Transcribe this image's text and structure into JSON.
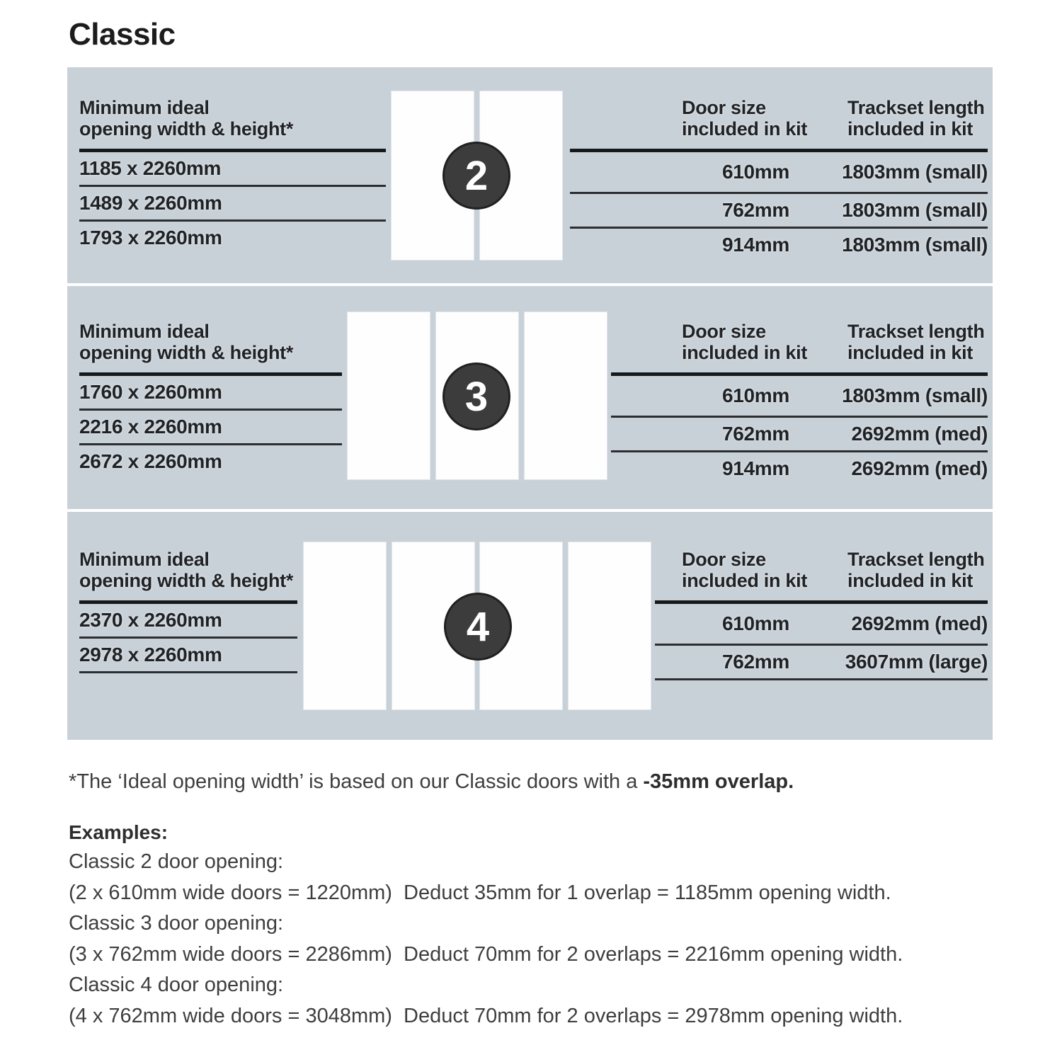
{
  "title": "Classic",
  "colors": {
    "panel_bg": "#c9d1d8",
    "rule_dark": "#16191c",
    "badge_bg": "#3c3c3c",
    "badge_text": "#ffffff",
    "door_fill": "#fefefe",
    "text_dark": "#202326",
    "text_body": "#3e3e3e"
  },
  "table": {
    "left_header_line1": "Minimum ideal",
    "left_header_line2": "opening width & height*",
    "door_size_header_line1": "Door size",
    "door_size_header_line2": "included in kit",
    "trackset_header_line1": "Trackset length",
    "trackset_header_line2": "included in kit",
    "sections": [
      {
        "badge": "2",
        "rows": [
          {
            "opening": "1185 x 2260mm",
            "door_size": "610mm",
            "trackset": "1803mm (small)"
          },
          {
            "opening": "1489 x 2260mm",
            "door_size": "762mm",
            "trackset": "1803mm (small)"
          },
          {
            "opening": "1793 x 2260mm",
            "door_size": "914mm",
            "trackset": "1803mm (small)"
          }
        ]
      },
      {
        "badge": "3",
        "rows": [
          {
            "opening": "1760 x 2260mm",
            "door_size": "610mm",
            "trackset": "1803mm (small)"
          },
          {
            "opening": "2216 x 2260mm",
            "door_size": "762mm",
            "trackset": "2692mm (med)"
          },
          {
            "opening": "2672 x 2260mm",
            "door_size": "914mm",
            "trackset": "2692mm (med)"
          }
        ]
      },
      {
        "badge": "4",
        "rows": [
          {
            "opening": "2370 x 2260mm",
            "door_size": "610mm",
            "trackset": "2692mm (med)"
          },
          {
            "opening": "2978 x 2260mm",
            "door_size": "762mm",
            "trackset": "3607mm (large)"
          }
        ]
      }
    ]
  },
  "footnote": {
    "prefix": "*The ‘Ideal opening width’ is based on our Classic doors with a ",
    "bold": "-35mm overlap."
  },
  "examples": {
    "heading": "Examples:",
    "items": [
      {
        "label": "Classic 2 door opening:",
        "detail": "(2 x 610mm wide doors = 1220mm)  Deduct 35mm for 1 overlap = 1185mm opening width."
      },
      {
        "label": "Classic 3 door opening:",
        "detail": "(3 x 762mm wide doors = 2286mm)  Deduct 70mm for 2 overlaps = 2216mm opening width."
      },
      {
        "label": "Classic 4 door opening:",
        "detail": "(4 x 762mm wide doors = 3048mm)  Deduct 70mm for 2 overlaps = 2978mm opening width."
      }
    ]
  }
}
